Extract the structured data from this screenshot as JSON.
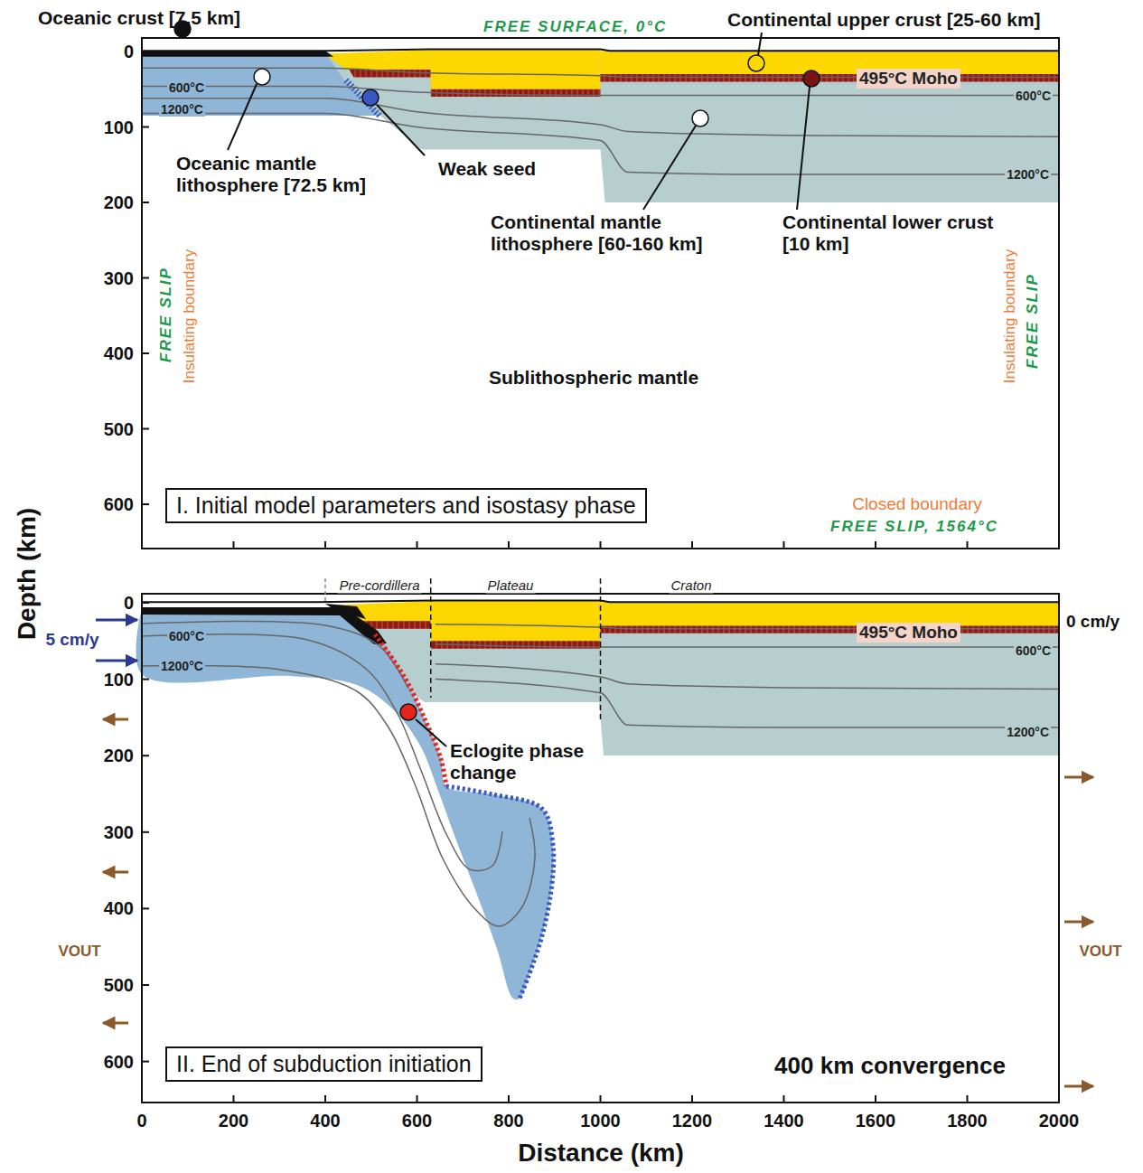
{
  "diagram": {
    "nodes": [
      {
        "text": [
          "I. Initial model parameters and isostasy phase"
        ]
      },
      {
        "text": [
          "II. End of subduction initiation"
        ]
      }
    ],
    "labels": [
      "Oceanic crust [7.5 km]",
      "FREE SURFACE, 0°C",
      "Continental upper crust [25-60 km]",
      "600°C",
      "1200°C",
      "495°C Moho",
      "600°C",
      "1200°C",
      "Oceanic mantle lithosphere [72.5 km]",
      "Weak seed",
      "Continental mantle lithosphere [60-160 km]",
      "Continental lower crust [10 km]",
      "FREE SLIP",
      "Insulating boundary",
      "FREE SLIP",
      "Insulating boundary",
      "Sublithospheric mantle",
      "Closed boundary",
      "FREE SLIP, 1564°C",
      "Pre-cordillera",
      "Plateau",
      "Craton",
      "5 cm/y",
      "600°C",
      "1200°C",
      "495°C Moho",
      "0 cm/y",
      "600°C",
      "1200°C",
      "Eclogite phase change",
      "VOUT",
      "VOUT",
      "400 km convergence",
      "Depth (km)",
      "Distance (km)",
      "0",
      "100",
      "200",
      "300",
      "400",
      "500",
      "600",
      "0",
      "100",
      "200",
      "300",
      "400",
      "500",
      "600",
      "0",
      "200",
      "400",
      "600",
      "800",
      "1000",
      "1200",
      "1400",
      "1600",
      "1800",
      "2000"
    ]
  }
}
